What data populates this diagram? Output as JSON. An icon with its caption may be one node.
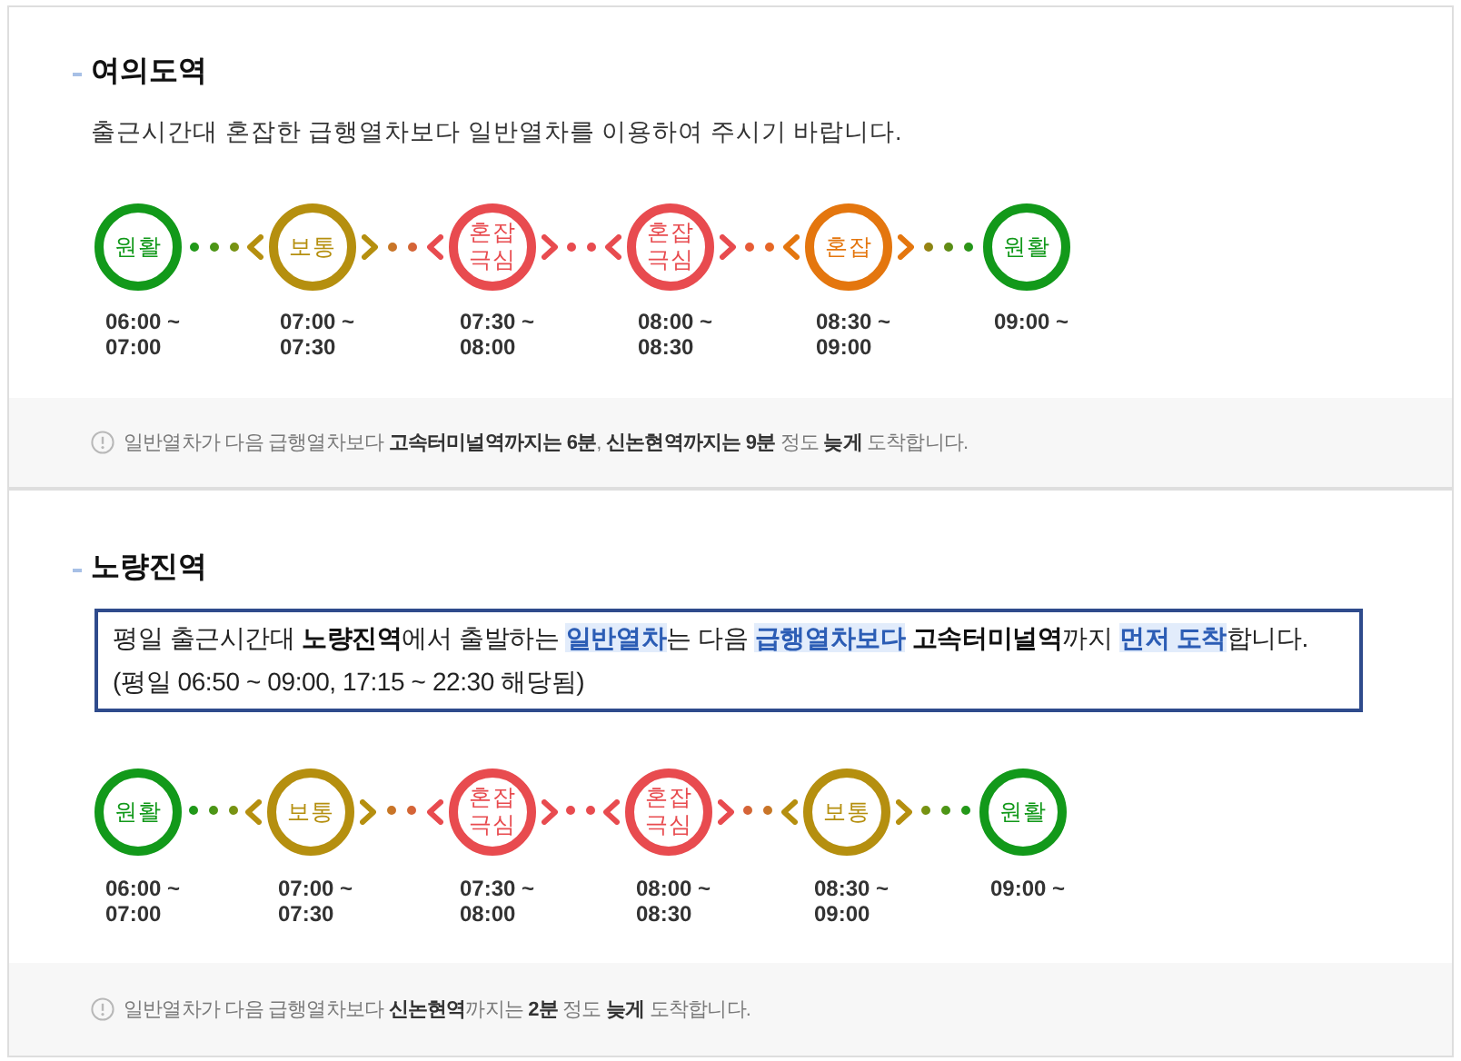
{
  "diagram": {
    "nodes": [
      {
        "text": [
          "여의도역",
          "출근시간대 혼잡한 급행열차보다 일반열차를 이용하여 주시기 바랍니다."
        ]
      },
      {
        "text": [
          "원활"
        ],
        "in": 0,
        "beside": [
          "06:00 ~ 07:00"
        ]
      },
      {
        "text": [
          "보통"
        ],
        "in": 0,
        "beside": [
          "07:00 ~ 07:30"
        ]
      },
      {
        "text": [
          "혼잡 극심"
        ],
        "in": 0,
        "beside": [
          "07:30 ~ 08:00"
        ]
      },
      {
        "text": [
          "혼잡 극심"
        ],
        "in": 0,
        "beside": [
          "08:00 ~ 08:30"
        ]
      },
      {
        "text": [
          "혼잡"
        ],
        "in": 0,
        "beside": [
          "08:30 ~ 09:00"
        ]
      },
      {
        "text": [
          "원활"
        ],
        "in": 0,
        "beside": [
          "09:00 ~"
        ]
      },
      {
        "text": [
          "일반열차가 다음 급행열차보다 **고속터미널역까지는 6분**, **신논현역까지는 9분** 정도 **늦게** 도착합니다."
        ],
        "in": 0
      },
      {
        "text": [
          "노량진역"
        ]
      },
      {
        "text": [
          "평일 출근시간대 **노량진역**에서 출발하는 **일반열차**는 다음 **급행열차보다** **고속터미널역**까지 **먼저 도착**합니다.",
          "(평일 06:50 ~ 09:00, 17:15 ~ 22:30 해당됨)"
        ],
        "in": 8
      },
      {
        "text": [
          "원활"
        ],
        "in": 8,
        "beside": [
          "06:00 ~ 07:00"
        ]
      },
      {
        "text": [
          "보통"
        ],
        "in": 8,
        "beside": [
          "07:00 ~ 07:30"
        ]
      },
      {
        "text": [
          "혼잡 극심"
        ],
        "in": 8,
        "beside": [
          "07:30 ~ 08:00"
        ]
      },
      {
        "text": [
          "혼잡 극심"
        ],
        "in": 8,
        "beside": [
          "08:00 ~ 08:30"
        ]
      },
      {
        "text": [
          "보통"
        ],
        "in": 8,
        "beside": [
          "08:30 ~ 09:00"
        ]
      },
      {
        "text": [
          "원활"
        ],
        "in": 8,
        "beside": [
          "09:00 ~"
        ]
      },
      {
        "text": [
          "일반열차가 다음 급행열차보다 **신논현역**까지는 **2분** 정도 **늦게** 도착합니다."
        ],
        "in": 8
      }
    ],
    "edges": [
      {
        "from": 1,
        "to": 2,
        "arrow": "none"
      },
      {
        "from": 2,
        "to": 3,
        "arrow": "none"
      },
      {
        "from": 3,
        "to": 4,
        "arrow": "none"
      },
      {
        "from": 4,
        "to": 5,
        "arrow": "none"
      },
      {
        "from": 5,
        "to": 6,
        "arrow": "none"
      },
      {
        "from": 10,
        "to": 11,
        "arrow": "none"
      },
      {
        "from": 11,
        "to": 12,
        "arrow": "none"
      },
      {
        "from": 12,
        "to": 13,
        "arrow": "none"
      },
      {
        "from": 13,
        "to": 14,
        "arrow": "none"
      },
      {
        "from": 14,
        "to": 15,
        "arrow": "none"
      }
    ]
  }
}
